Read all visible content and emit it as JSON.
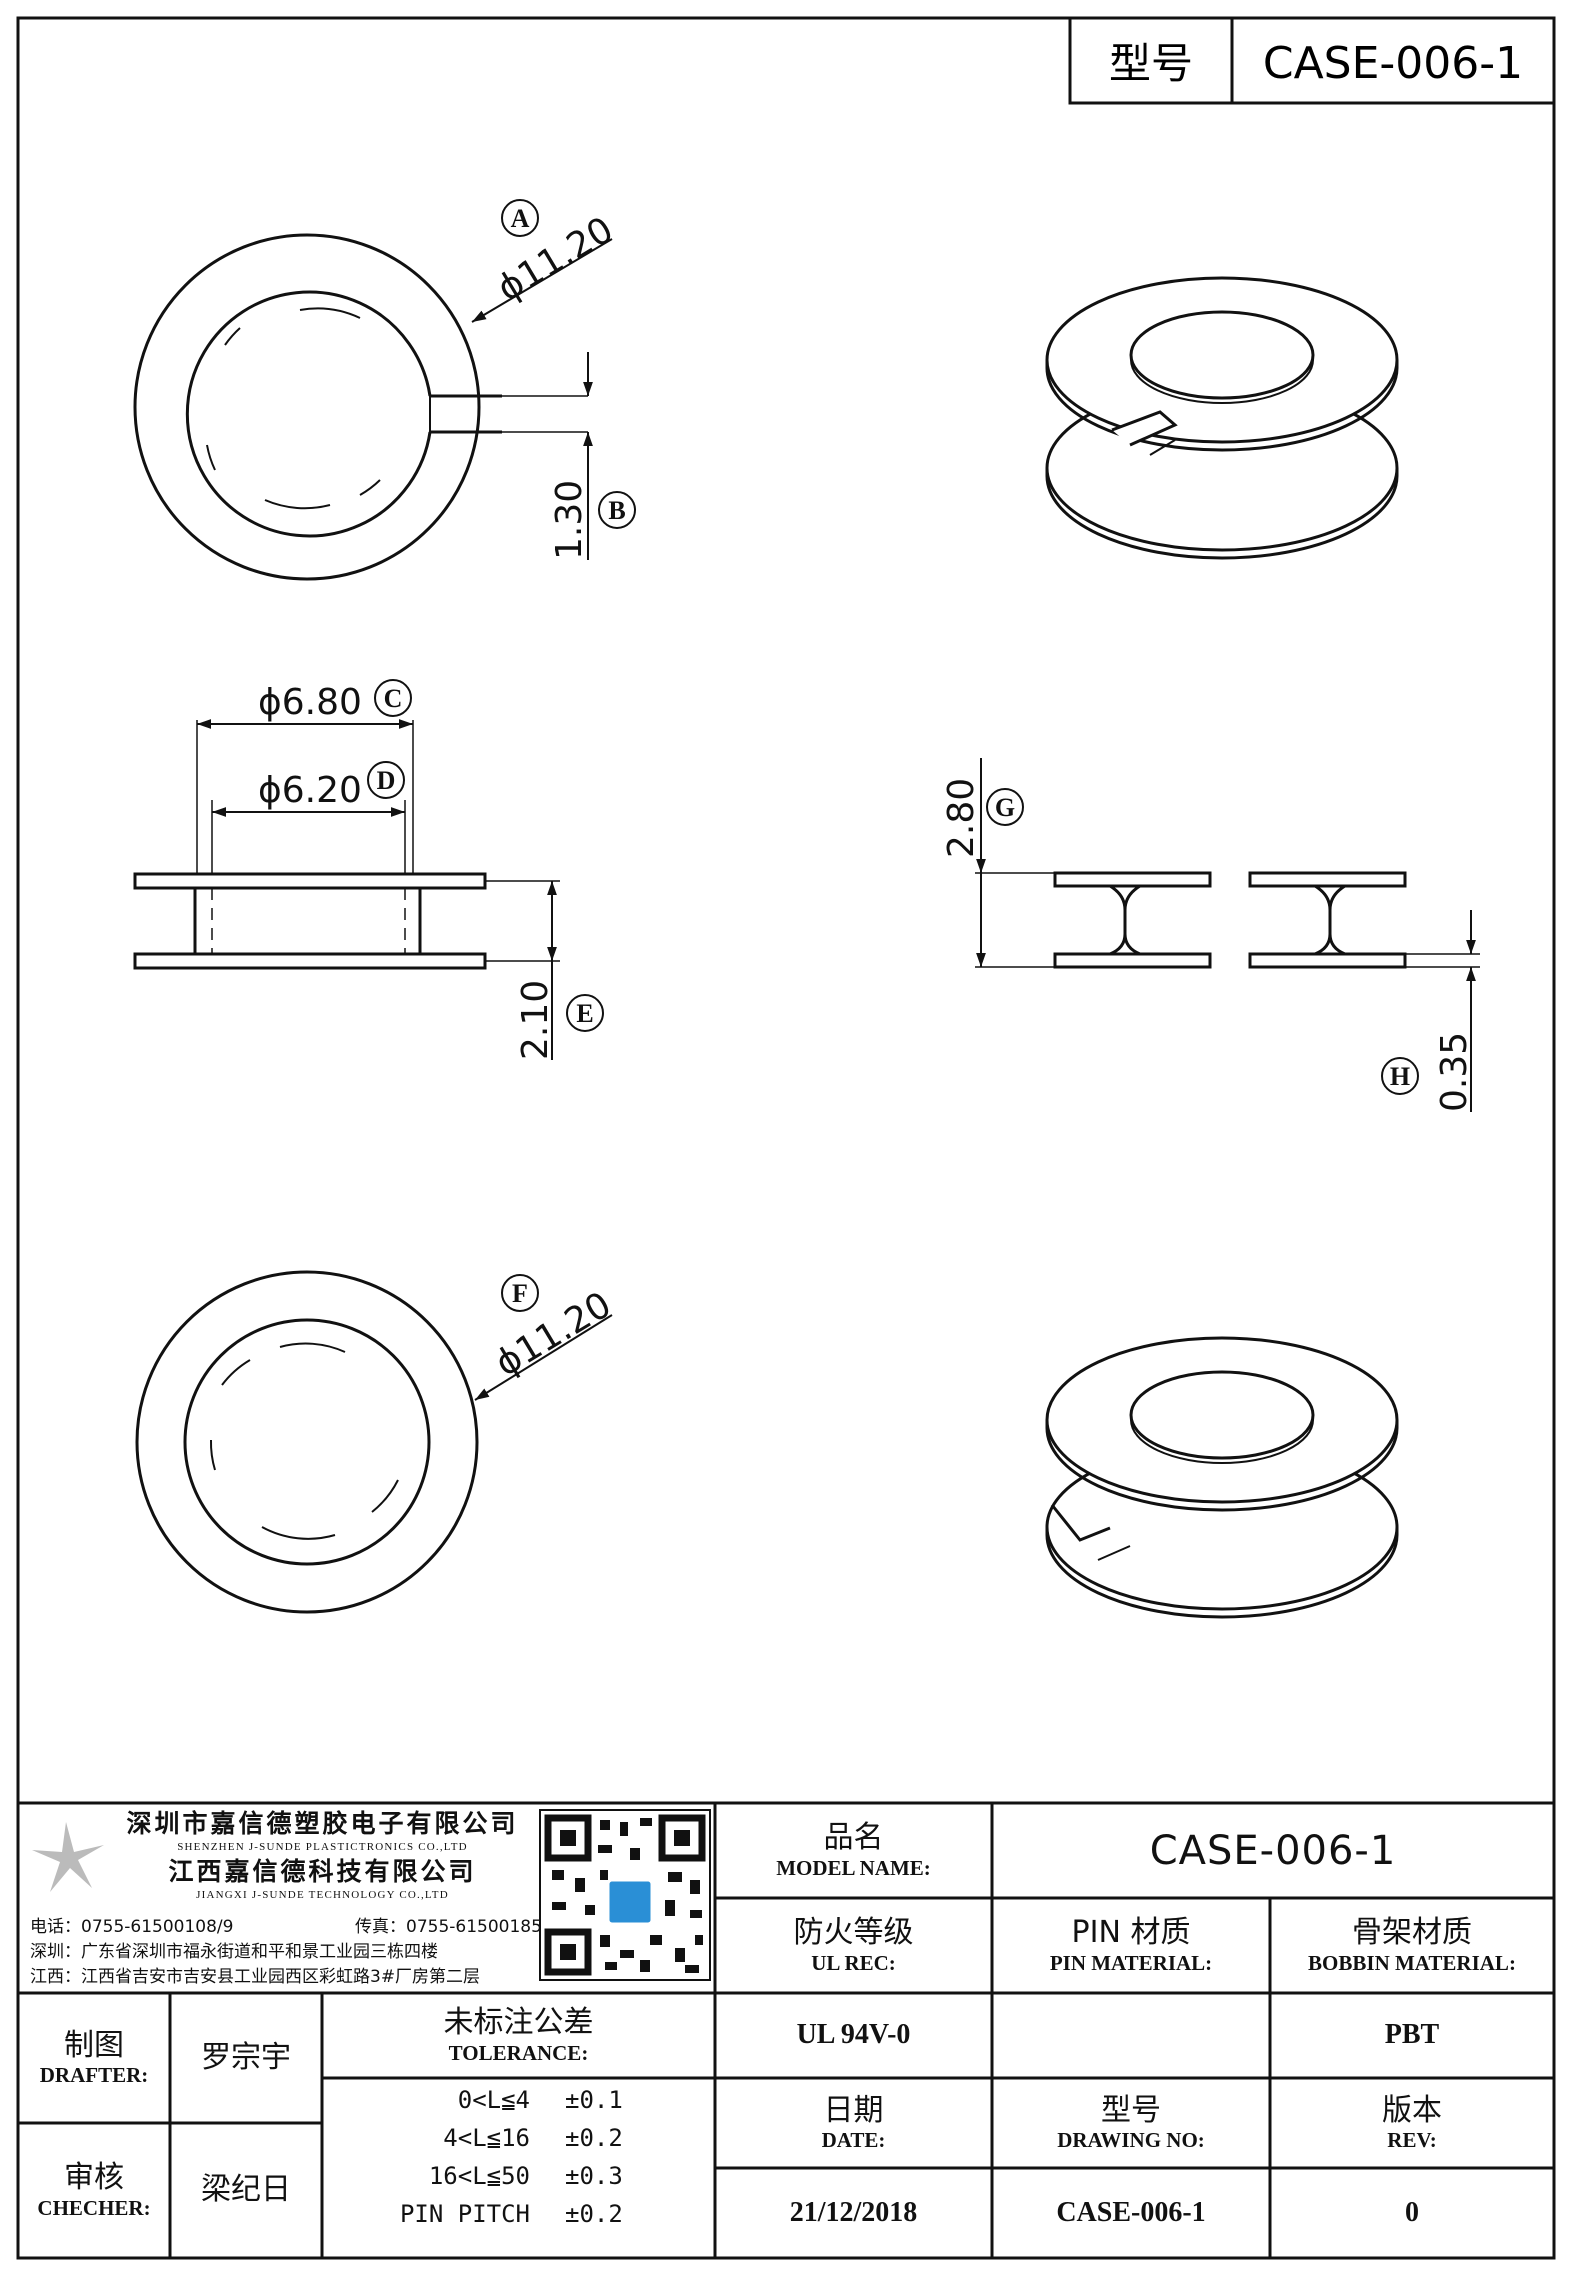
{
  "header": {
    "model_label": "型号",
    "model_value": "CASE-006-1"
  },
  "dimensions": {
    "A": {
      "label": "A",
      "value": "ϕ11.20"
    },
    "B": {
      "label": "B",
      "value": "1.30"
    },
    "C": {
      "label": "C",
      "value": "ϕ6.80"
    },
    "D": {
      "label": "D",
      "value": "ϕ6.20"
    },
    "E": {
      "label": "E",
      "value": "2.10"
    },
    "F": {
      "label": "F",
      "value": "ϕ11.20"
    },
    "G": {
      "label": "G",
      "value": "2.80"
    },
    "H": {
      "label": "H",
      "value": "0.35"
    }
  },
  "company": {
    "name_cn": "深圳市嘉信德塑胶电子有限公司",
    "name_en": "SHENZHEN J-SUNDE PLASTICTRONICS CO.,LTD",
    "name2_cn": "江西嘉信德科技有限公司",
    "name2_en": "JIANGXI J-SUNDE TECHNOLOGY CO.,LTD",
    "phone": "电话：0755-61500108/9",
    "fax": "传真：0755-61500185",
    "addr_sz": "深圳：广东省深圳市福永街道和平和景工业园三栋四楼",
    "addr_jx": "江西：江西省吉安市吉安县工业园西区彩虹路3#厂房第二层"
  },
  "title_block": {
    "model_name_cn": "品名",
    "model_name_en": "MODEL NAME:",
    "model_name_value": "CASE-006-1",
    "ul_cn": "防火等级",
    "ul_en": "UL REC:",
    "pin_cn": "PIN 材质",
    "pin_en": "PIN MATERIAL:",
    "bobbin_cn": "骨架材质",
    "bobbin_en": "BOBBIN MATERIAL:",
    "ul_value": "UL 94V-0",
    "pin_value": "",
    "bobbin_value": "PBT",
    "date_cn": "日期",
    "date_en": "DATE:",
    "drawing_cn": "型号",
    "drawing_en": "DRAWING NO:",
    "rev_cn": "版本",
    "rev_en": "REV:",
    "date_value": "21/12/2018",
    "drawing_value": "CASE-006-1",
    "rev_value": "0",
    "drafter_cn": "制图",
    "drafter_en": "DRAFTER:",
    "drafter_name": "罗宗宇",
    "checker_cn": "审核",
    "checker_en": "CHECHER:",
    "checker_name": "梁纪日",
    "tolerance_cn": "未标注公差",
    "tolerance_en": "TOLERANCE:",
    "tolerances": [
      {
        "range": "0<L≦4",
        "value": "±0.1"
      },
      {
        "range": "4<L≦16",
        "value": "±0.2"
      },
      {
        "range": "16<L≦50",
        "value": "±0.3"
      },
      {
        "range": "PIN PITCH",
        "value": "±0.2"
      }
    ]
  }
}
